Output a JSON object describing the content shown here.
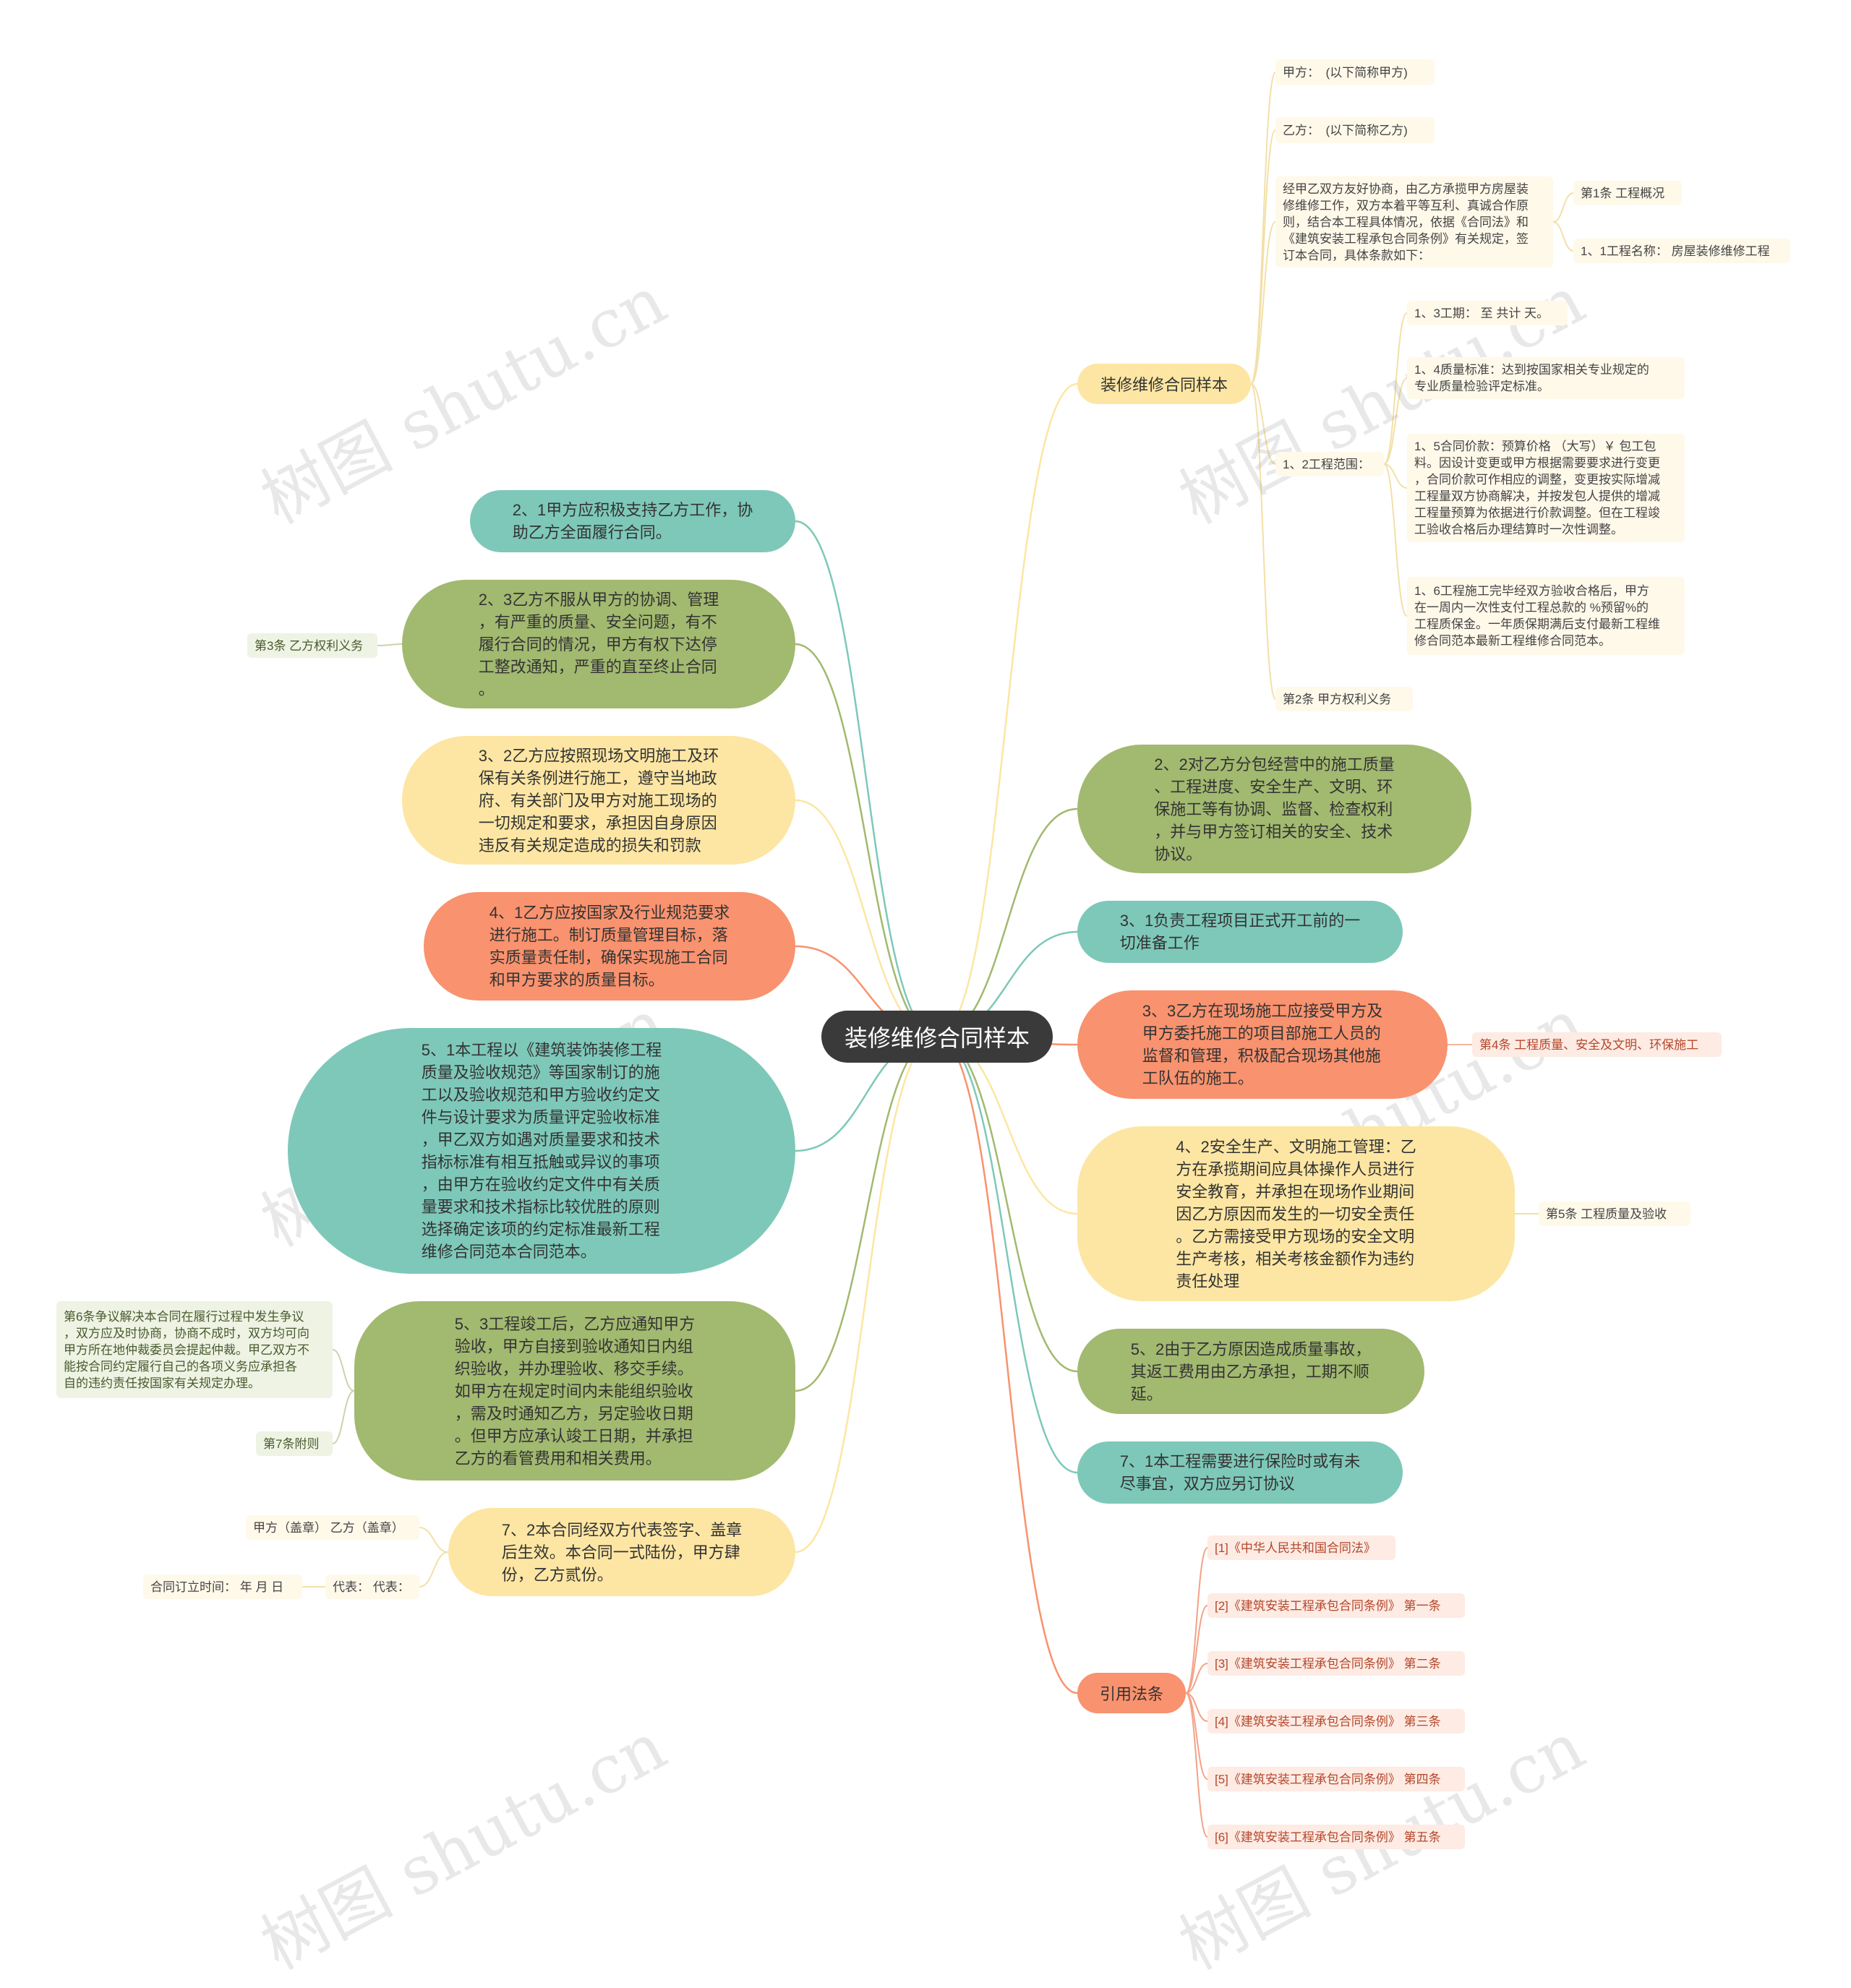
{
  "root": {
    "label": "装修维修合同样本"
  },
  "right": {
    "sample": {
      "label": "装修维修合同样本",
      "party_a": "甲方：　(以下简称甲方)",
      "party_b": "乙方：　(以下简称乙方)",
      "intro": "经甲乙双方友好协商，由乙方承揽甲方房屋装\n修维修工作，双方本着平等互利、真诚合作原\n则，结合本工程具体情况，依据《合同法》和\n《建筑安装工程承包合同条例》有关规定，签\n订本合同，具体条款如下：",
      "article1": "第1条 工程概况",
      "item_1_1": "1、1工程名称：  房屋装修维修工程",
      "scope_label": "1、2工程范围：",
      "item_1_3": "1、3工期：  至 共计 天。",
      "item_1_4": "1、4质量标准：达到按国家相关专业规定的\n专业质量检验评定标准。",
      "item_1_5": "1、5合同价款：预算价格 （大写）￥ 包工包\n料。因设计变更或甲方根据需要要求进行变更\n，合同价款可作相应的调整，变更按实际增减\n工程量双方协商解决，并按发包人提供的增减\n工程量预算为依据进行价款调整。但在工程竣\n工验收合格后办理结算时一次性调整。",
      "item_1_6": "1、6工程施工完毕经双方验收合格后，甲方\n在一周内一次性支付工程总款的 %预留%的\n工程质保金。一年质保期满后支付最新工程维\n修合同范本最新工程维修合同范本。",
      "article2": "第2条 甲方权利义务"
    },
    "node_2_2": "2、2对乙方分包经营中的施工质量\n、工程进度、安全生产、文明、环\n保施工等有协调、监督、检查权利\n，并与甲方签订相关的安全、技术\n协议。",
    "node_3_1": "3、1负责工程项目正式开工前的一\n切准备工作",
    "node_3_3": "3、3乙方在现场施工应接受甲方及\n甲方委托施工的项目部施工人员的\n监督和管理，积极配合现场其他施\n工队伍的施工。",
    "article4": "第4条 工程质量、安全及文明、环保施工",
    "node_4_2": "4、2安全生产、文明施工管理：乙\n方在承揽期间应具体操作人员进行\n安全教育，并承担在现场作业期间\n因乙方原因而发生的一切安全责任\n。乙方需接受甲方现场的安全文明\n生产考核，相关考核金额作为违约\n责任处理",
    "article5": "第5条 工程质量及验收",
    "node_5_2": "5、2由于乙方原因造成质量事故，\n其返工费用由乙方承担，工期不顺\n延。",
    "node_7_1": "7、1本工程需要进行保险时或有未\n尽事宜，双方应另订协议",
    "refs": {
      "label": "引用法条",
      "items": [
        "[1]《中华人民共和国合同法》",
        "[2]《建筑安装工程承包合同条例》 第一条",
        "[3]《建筑安装工程承包合同条例》 第二条",
        "[4]《建筑安装工程承包合同条例》 第三条",
        "[5]《建筑安装工程承包合同条例》 第四条",
        "[6]《建筑安装工程承包合同条例》 第五条"
      ]
    }
  },
  "left": {
    "node_2_1": "2、1甲方应积极支持乙方工作，协\n助乙方全面履行合同。",
    "node_2_3": "2、3乙方不服从甲方的协调、管理\n，有严重的质量、安全问题，有不\n履行合同的情况，甲方有权下达停\n工整改通知，严重的直至终止合同\n。",
    "article3": "第3条 乙方权利义务",
    "node_3_2": "3、2乙方应按照现场文明施工及环\n保有关条例进行施工，遵守当地政\n府、有关部门及甲方对施工现场的\n一切规定和要求，承担因自身原因\n违反有关规定造成的损失和罚款",
    "node_4_1": "4、1乙方应按国家及行业规范要求\n进行施工。制订质量管理目标，落\n实质量责任制，确保实现施工合同\n和甲方要求的质量目标。",
    "node_5_1": "5、1本工程以《建筑装饰装修工程\n质量及验收规范》等国家制订的施\n工以及验收规范和甲方验收约定文\n件与设计要求为质量评定验收标准\n，甲乙双方如遇对质量要求和技术\n指标标准有相互抵触或异议的事项\n，由甲方在验收约定文件中有关质\n量要求和技术指标比较优胜的原则\n选择确定该项的约定标准最新工程\n维修合同范本合同范本。",
    "node_5_3": "5、3工程竣工后，乙方应通知甲方\n验收，甲方自接到验收通知日内组\n织验收，并办理验收、移交手续。\n如甲方在规定时间内未能组织验收\n，需及时通知乙方，另定验收日期\n。但甲方应承认竣工日期，并承担\n乙方的看管费用和相关费用。",
    "article6": "第6条争议解决本合同在履行过程中发生争议\n，双方应及时协商，协商不成时，双方均可向\n甲方所在地仲裁委员会提起仲裁。甲乙双方不\n能按合同约定履行自己的各项义务应承担各\n自的违约责任按国家有关规定办理。",
    "article7": "第7条附则",
    "node_7_2": "7、2本合同经双方代表签字、盖章\n后生效。本合同一式陆份，甲方肆\n份，乙方贰份。",
    "seal": "甲方（盖章） 乙方（盖章）",
    "rep": "代表：  代表：",
    "date": "合同订立时间：  年 月 日"
  },
  "watermark": "树图 shutu.cn",
  "colors": {
    "teal": "#7ec8b9",
    "green": "#a2b970",
    "yellow": "#fde6a3",
    "salmon": "#f9926e",
    "root": "#3a3a3a"
  }
}
